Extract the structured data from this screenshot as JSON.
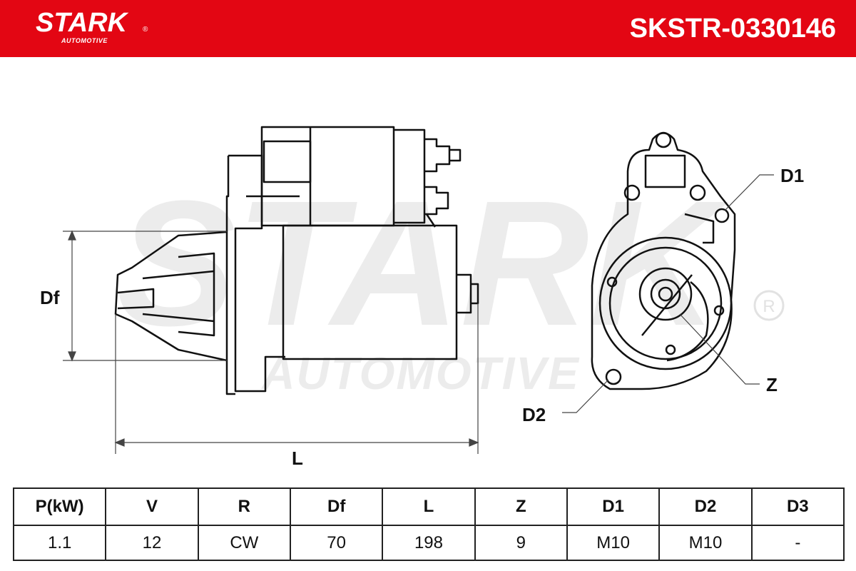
{
  "brand": {
    "logo_text": "STARK",
    "logo_subtext": "AUTOMOTIVE",
    "registered_mark": "®",
    "watermark_main": "STARK",
    "watermark_sub": "AUTOMOTIVE",
    "header_color": "#e30613"
  },
  "part_number": "SKSTR-0330146",
  "drawing_labels": {
    "df": "Df",
    "l": "L",
    "d1": "D1",
    "d2": "D2",
    "z": "Z"
  },
  "spec_table": {
    "headers": [
      "P(kW)",
      "V",
      "R",
      "Df",
      "L",
      "Z",
      "D1",
      "D2",
      "D3"
    ],
    "values": [
      "1.1",
      "12",
      "CW",
      "70",
      "198",
      "9",
      "M10",
      "M10",
      "-"
    ]
  }
}
